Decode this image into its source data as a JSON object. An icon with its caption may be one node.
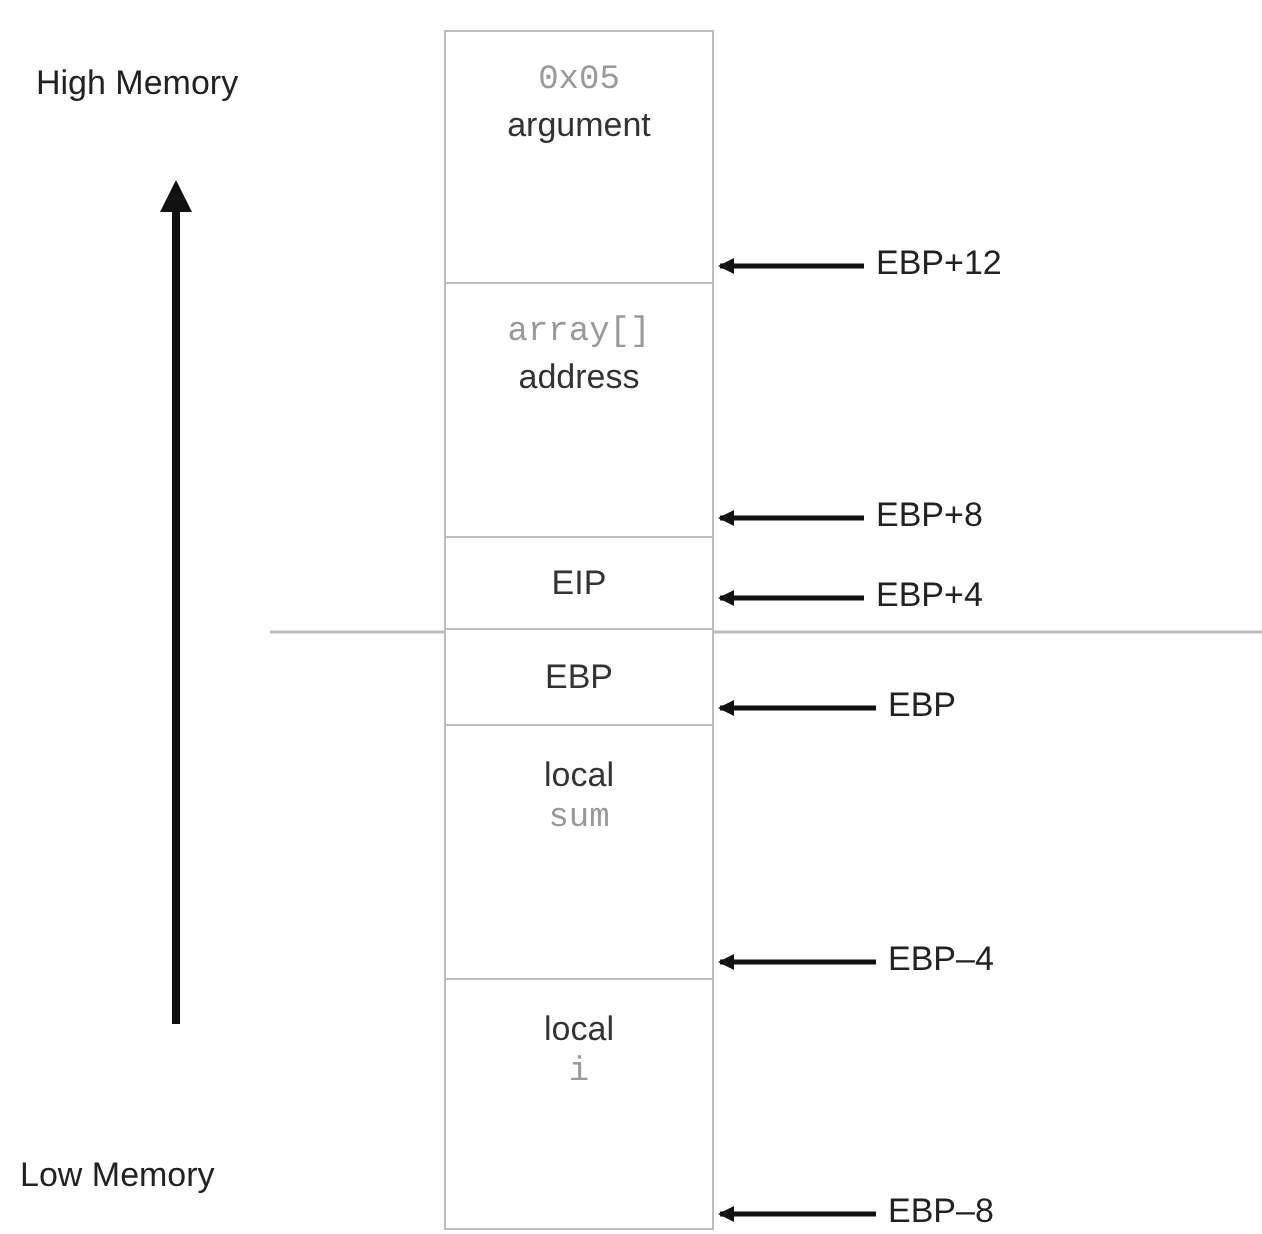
{
  "diagram": {
    "nodes": [
      {
        "text": [
          "0x05",
          "argument"
        ]
      },
      {
        "text": [
          "array[]",
          "address"
        ]
      },
      {
        "text": [
          "EIP"
        ]
      },
      {
        "text": [
          "EBP"
        ]
      },
      {
        "text": [
          "local",
          "sum"
        ]
      },
      {
        "text": [
          "local",
          "i"
        ]
      },
      {
        "text": [
          "EBP+12"
        ]
      },
      {
        "text": [
          "EBP+8"
        ]
      },
      {
        "text": [
          "EBP+4"
        ]
      },
      {
        "text": [
          "EBP"
        ]
      },
      {
        "text": [
          "EBP–4"
        ]
      },
      {
        "text": [
          "EBP–8"
        ]
      }
    ],
    "edges": [
      {
        "from": 6,
        "to": 0,
        "arrow": "to"
      },
      {
        "from": 7,
        "to": 1,
        "arrow": "to"
      },
      {
        "from": 8,
        "to": 2,
        "arrow": "to"
      },
      {
        "from": 9,
        "to": 3,
        "arrow": "to"
      },
      {
        "from": 10,
        "to": 4,
        "arrow": "to"
      },
      {
        "from": 11,
        "to": 5,
        "arrow": "to"
      }
    ],
    "labels": [
      "High Memory",
      "Low Memory"
    ]
  }
}
